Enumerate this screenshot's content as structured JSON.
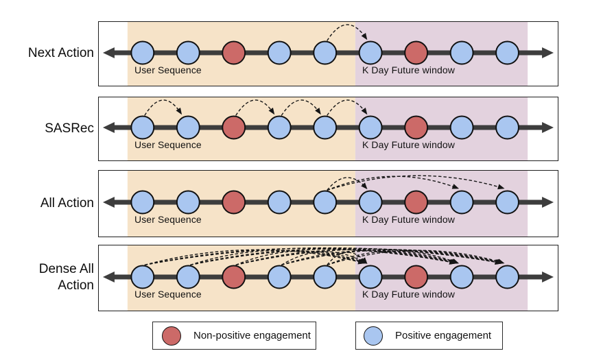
{
  "colors": {
    "positive_fill": "#a9c6f0",
    "non_positive_fill": "#cc6a68",
    "user_sequence_bg": "#f6e3c8",
    "future_window_bg": "#e3d2de",
    "timeline": "#3d3d3d",
    "outline": "#111111",
    "arc": "#161616"
  },
  "circles": [
    "positive",
    "positive",
    "non_positive",
    "positive",
    "positive",
    "positive",
    "non_positive",
    "positive",
    "positive"
  ],
  "labels": {
    "user_sequence": "User Sequence",
    "future_window": "K Day Future window"
  },
  "rows": [
    {
      "label": "Next Action",
      "arcs": [
        [
          4,
          5
        ]
      ]
    },
    {
      "label": "SASRec",
      "arcs": [
        [
          0,
          1
        ],
        [
          2,
          3
        ],
        [
          3,
          4
        ],
        [
          4,
          5
        ]
      ]
    },
    {
      "label": "All Action",
      "arcs": [
        [
          4,
          5
        ],
        [
          4,
          7
        ],
        [
          4,
          8
        ]
      ]
    },
    {
      "label": "Dense All\nAction",
      "arcs": [
        [
          0,
          5
        ],
        [
          0,
          7
        ],
        [
          0,
          8
        ],
        [
          1,
          5
        ],
        [
          1,
          7
        ],
        [
          1,
          8
        ],
        [
          2,
          5
        ],
        [
          2,
          7
        ],
        [
          2,
          8
        ],
        [
          3,
          5
        ],
        [
          3,
          7
        ],
        [
          3,
          8
        ],
        [
          4,
          5
        ],
        [
          4,
          7
        ],
        [
          4,
          8
        ]
      ]
    }
  ],
  "legend": {
    "non_positive": "Non-positive engagement",
    "positive": "Positive engagement"
  }
}
